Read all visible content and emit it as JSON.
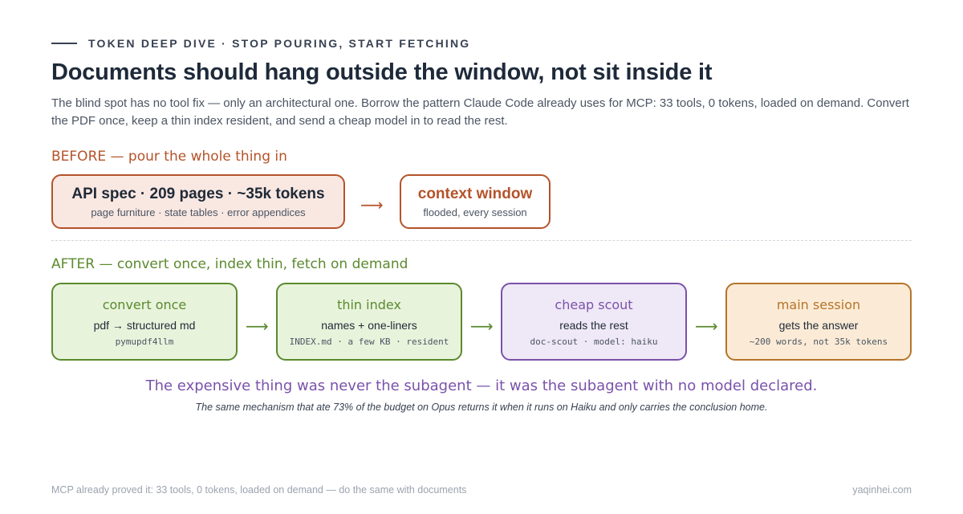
{
  "eyebrow": "TOKEN DEEP DIVE · STOP POURING, START FETCHING",
  "title": "Documents should hang outside the window, not sit inside it",
  "subtitle": "The blind spot has no tool fix — only an architectural one. Borrow the pattern Claude Code already uses for MCP: 33 tools, 0 tokens, loaded on demand. Convert the PDF once, keep a thin index resident, and send a cheap model in to read the rest.",
  "before": {
    "label": "BEFORE — pour the whole thing in",
    "source": {
      "title": "API spec · 209 pages · ~35k tokens",
      "subtitle": "page furniture · state tables · error appendices"
    },
    "arrow": "⟶",
    "target": {
      "title": "context window",
      "subtitle": "flooded, every session"
    }
  },
  "after": {
    "label": "AFTER — convert once, index thin, fetch on demand",
    "arrow": "⟶",
    "steps": [
      {
        "title": "convert once",
        "desc": "pdf → structured md",
        "mono": "pymupdf4llm"
      },
      {
        "title": "thin index",
        "desc": "names + one-liners",
        "mono": "INDEX.md · a few KB · resident"
      },
      {
        "title": "cheap scout",
        "desc": "reads the rest",
        "mono": "doc-scout · model: haiku"
      },
      {
        "title": "main session",
        "desc": "gets the answer",
        "mono": "~200 words, not 35k tokens"
      }
    ]
  },
  "punchline": "The expensive thing was never the subagent — it was the subagent with no model declared.",
  "punchline_sub": "The same mechanism that ate 73% of the budget on Opus returns it when it runs on Haiku and only carries the conclusion home.",
  "footer": {
    "left": "MCP already proved it: 33 tools, 0 tokens, loaded on demand — do the same with documents",
    "right": "yaqinhei.com"
  },
  "colors": {
    "before_accent": "#b4532a",
    "green_accent": "#5b8a2e",
    "purple_accent": "#7a52aa",
    "orange_accent": "#b5742a"
  }
}
